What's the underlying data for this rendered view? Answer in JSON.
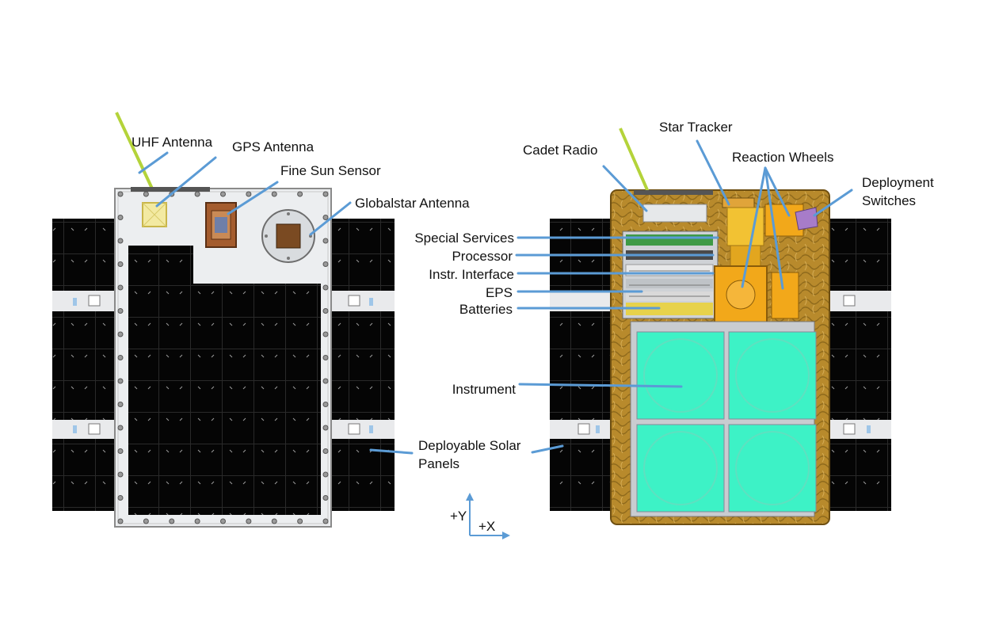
{
  "colors": {
    "leader_line": "#5b9bd5",
    "solar_cell": "#050505",
    "left_frame": "#eceef0",
    "chassis_gold": "#b88a2c",
    "instrument_tiles": "#3df2c6",
    "reaction_wheels": "#f2a81a",
    "deployment_switch": "#a77cc9",
    "antenna_whip": "#b4d33a"
  },
  "labels": {
    "uhf_antenna": "UHF Antenna",
    "gps_antenna": "GPS Antenna",
    "fine_sun_sensor": "Fine Sun Sensor",
    "globalstar_antenna": "Globalstar Antenna",
    "cadet_radio": "Cadet Radio",
    "star_tracker": "Star Tracker",
    "reaction_wheels": "Reaction Wheels",
    "deployment_switches_line1": "Deployment",
    "deployment_switches_line2": "Switches",
    "special_services": "Special Services",
    "processor": "Processor",
    "instr_interface": "Instr. Interface",
    "eps": "EPS",
    "batteries": "Batteries",
    "instrument": "Instrument",
    "solar_panels_line1": "Deployable Solar",
    "solar_panels_line2": "Panels"
  },
  "axes": {
    "y_label": "+Y",
    "x_label": "+X"
  }
}
